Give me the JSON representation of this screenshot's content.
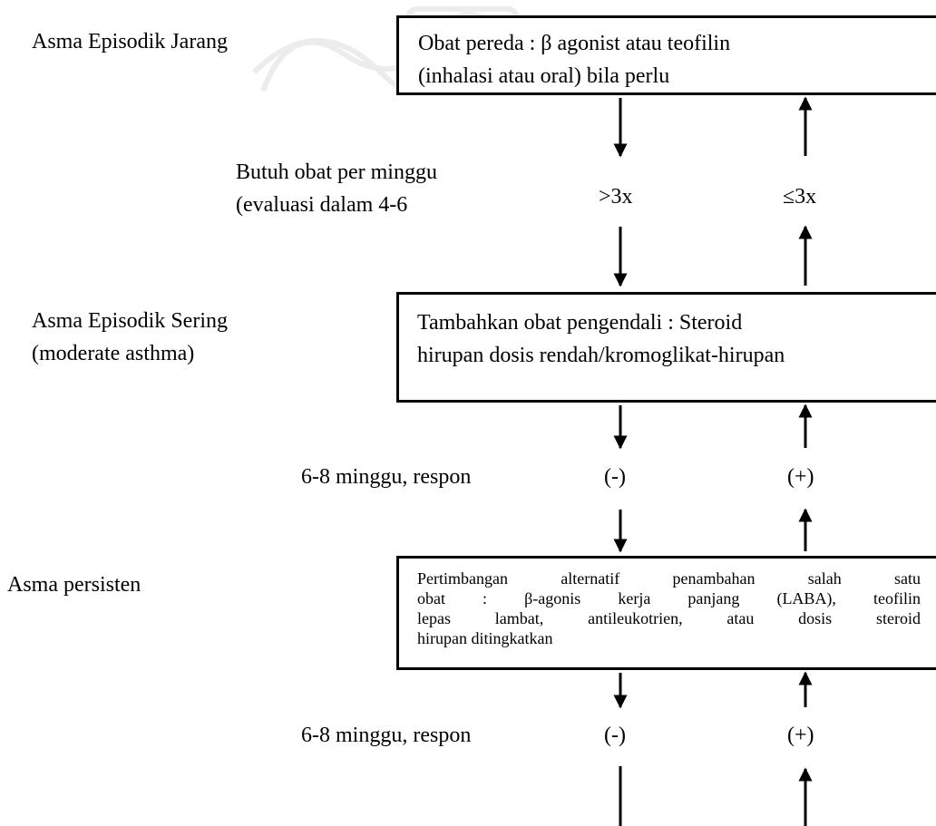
{
  "levels": [
    {
      "label_lines": [
        "Asma Episodik Jarang"
      ],
      "box_lines": [
        "Obat pereda : β agonist atau teofilin",
        "(inhalasi atau oral) bila perlu"
      ]
    },
    {
      "label_lines": [
        "Asma Episodik Sering",
        "(moderate asthma)"
      ],
      "box_lines": [
        "Tambahkan obat pengendali : Steroid",
        "hirupan dosis rendah/kromoglikat-hirupan"
      ]
    },
    {
      "label_lines": [
        "Asma persisten"
      ],
      "box_lines": [
        "Pertimbangan alternatif penambahan salah satu",
        "obat : β-agonis kerja panjang (LABA), teofilin",
        "lepas lambat, antileukotrien, atau dosis steroid",
        "hirupan ditingkatkan"
      ]
    }
  ],
  "transitions": [
    {
      "condition_lines": [
        "Butuh obat per minggu",
        "(evaluasi dalam 4-6"
      ],
      "down_label": ">3x",
      "up_label": "≤3x"
    },
    {
      "condition_lines": [
        "6-8 minggu, respon"
      ],
      "down_label": "(-)",
      "up_label": "(+)"
    },
    {
      "condition_lines": [
        "6-8 minggu, respon"
      ],
      "down_label": "(-)",
      "up_label": "(+)"
    }
  ],
  "colors": {
    "ink": "#000000",
    "watermark": "#ececec"
  }
}
